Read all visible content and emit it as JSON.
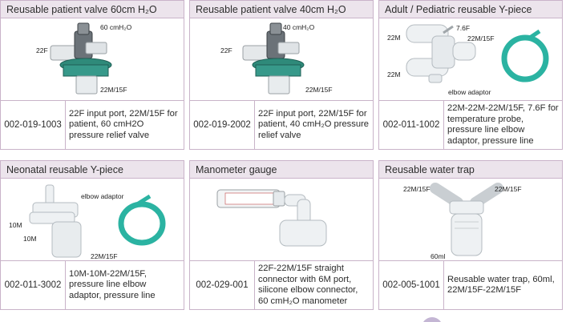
{
  "products": [
    {
      "title": "Reusable patient valve 60cm H₂O",
      "code": "002-019-1003",
      "description": "22F input port, 22M/15F for patient, 60 cmH2O pressure relief valve",
      "image_labels": [
        "60 cmH₂O",
        "22F",
        "22M/15F"
      ]
    },
    {
      "title": "Reusable patient valve 40cm H₂O",
      "code": "002-019-2002",
      "description": "22F input port, 22M/15F for patient, 40 cmH₂O pressure relief valve",
      "image_labels": [
        "40 cmH₂O",
        "22F",
        "22M/15F"
      ]
    },
    {
      "title": "Adult / Pediatric reusable Y-piece",
      "code": "002-011-1002",
      "description": "22M-22M-22M/15F, 7.6F for temperature probe, pressure line elbow adaptor, pressure line",
      "image_labels": [
        "7.6F",
        "22M",
        "22M/15F",
        "22M",
        "elbow adaptor"
      ]
    },
    {
      "title": "Neonatal reusable Y-piece",
      "code": "002-011-3002",
      "description": "10M-10M-22M/15F, pressure line elbow adaptor, pressure line",
      "image_labels": [
        "elbow adaptor",
        "10M",
        "10M",
        "22M/15F"
      ]
    },
    {
      "title": "Manometer gauge",
      "code": "002-029-001",
      "description": "22F-22M/15F straight connector with 6M port, silicone elbow connector, 60 cmH₂O manometer",
      "image_labels": []
    },
    {
      "title": "Reusable water trap",
      "code": "002-005-1001",
      "description": "Reusable water trap, 60ml, 22M/15F-22M/15F",
      "image_labels": [
        "22M/15F",
        "22M/15F",
        "60ml"
      ]
    }
  ],
  "colors": {
    "border": "#c9b3c9",
    "header_bg": "#ece4ec",
    "tube": "#2bb3a2",
    "valve_green": "#2f8a7a"
  }
}
